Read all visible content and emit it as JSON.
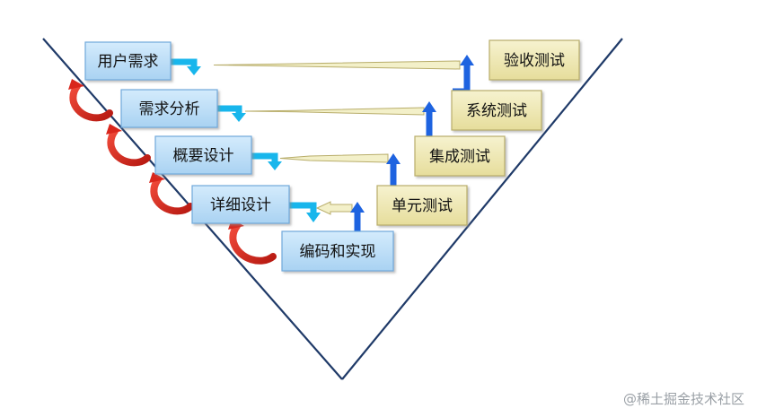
{
  "left_boxes": [
    {
      "id": "user-requirements",
      "label": "用户需求"
    },
    {
      "id": "requirements-analysis",
      "label": "需求分析"
    },
    {
      "id": "high-level-design",
      "label": "概要设计"
    },
    {
      "id": "detailed-design",
      "label": "详细设计"
    },
    {
      "id": "coding",
      "label": "编码和实现"
    }
  ],
  "right_boxes": [
    {
      "id": "acceptance-test",
      "label": "验收测试"
    },
    {
      "id": "system-test",
      "label": "系统测试"
    },
    {
      "id": "integration-test",
      "label": "集成测试"
    },
    {
      "id": "unit-test",
      "label": "单元测试"
    }
  ],
  "watermark": "@稀土掘金技术社区",
  "colors": {
    "left_box_fill": "#b9dcf6",
    "left_box_border": "#6fa9db",
    "right_box_fill": "#efe9b0",
    "right_box_border": "#b8ad6a",
    "v_line": "#1f3a68",
    "cyan_arrow": "#18b6ec",
    "blue_arrow": "#1e63e0",
    "feedback_arrow": "#d9261c",
    "connector_fill": "#f3f0c9",
    "connector_border": "#b8ad6a"
  }
}
